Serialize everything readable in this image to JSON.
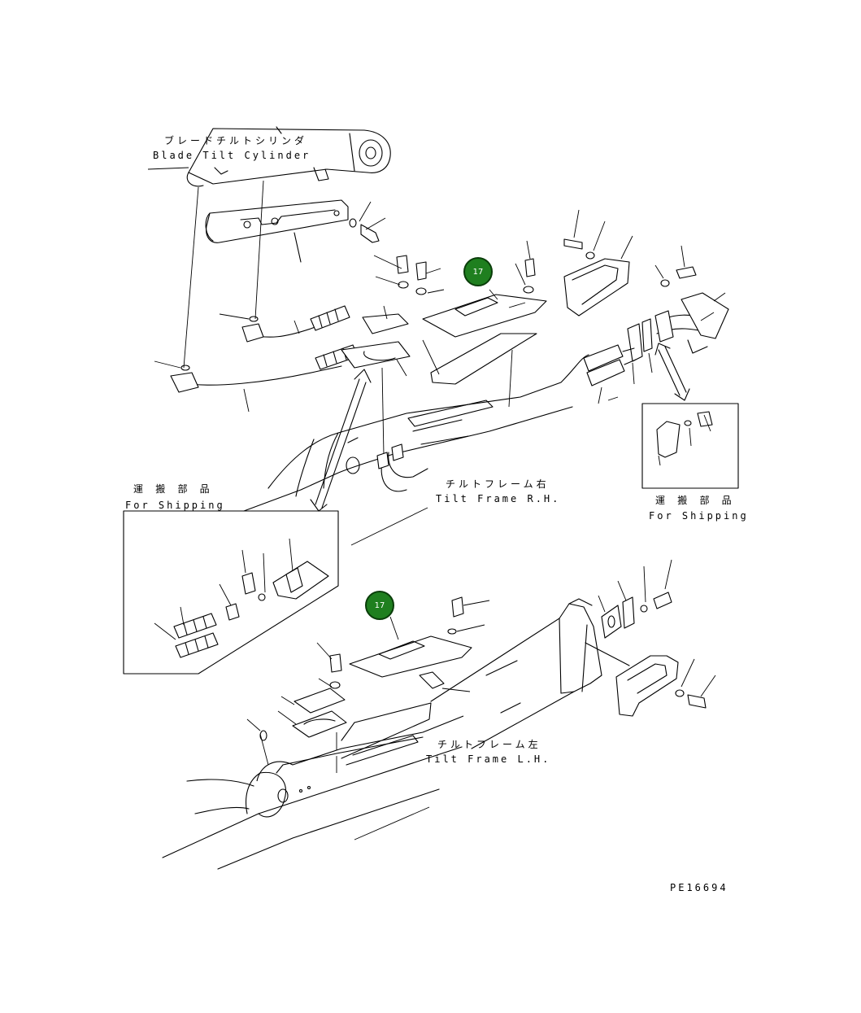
{
  "labels": {
    "cylinder_jp": "ブレードチルトシリンダ",
    "cylinder_en": "Blade Tilt Cylinder",
    "shipping_left_jp": "運 搬 部 品",
    "shipping_left_en": "For Shipping",
    "shipping_right_jp": "運 搬 部 品",
    "shipping_right_en": "For Shipping",
    "frame_rh_jp": "チルトフレーム右",
    "frame_rh_en": "Tilt Frame R.H.",
    "frame_lh_jp": "チルトフレーム左",
    "frame_lh_en": "Tilt Frame L.H.",
    "drawing_code": "PE16694"
  },
  "callouts": [
    {
      "number": "17"
    },
    {
      "number": "17"
    }
  ],
  "colors": {
    "callout_fill": "#1f7f1f",
    "line": "#000000"
  }
}
